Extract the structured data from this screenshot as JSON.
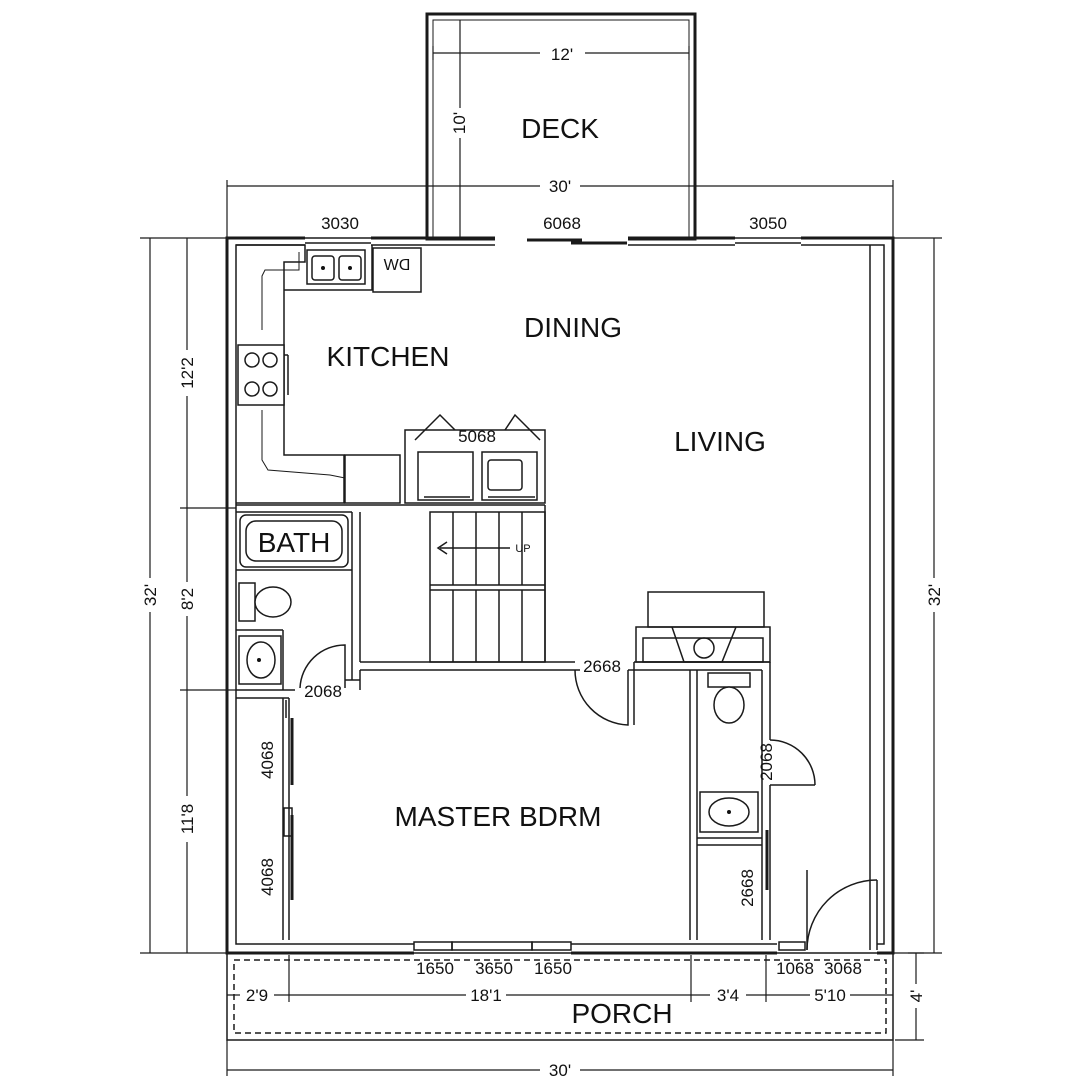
{
  "rooms": {
    "deck": "DECK",
    "kitchen": "KITCHEN",
    "dining": "DINING",
    "living": "LIVING",
    "bath": "BATH",
    "master": "MASTER BDRM",
    "porch": "PORCH"
  },
  "dimensions": {
    "deck_width": "12'",
    "deck_depth": "10'",
    "top_width": "30'",
    "bottom_width": "30'",
    "left_total": "32'",
    "right_total": "32'",
    "left_seg1": "12'2",
    "left_seg2": "8'2",
    "left_seg3": "11'8",
    "porch_depth": "4'",
    "bottom_seg1": "2'9",
    "bottom_seg2": "18'1",
    "bottom_seg3": "3'4",
    "bottom_seg4": "5'10"
  },
  "openings": {
    "window_kitchen": "3030",
    "door_deck": "6068",
    "window_living": "3050",
    "pantry": "5068",
    "door_bath": "2068",
    "door_master": "2668",
    "closet1": "4068",
    "closet2": "4068",
    "door_bath2": "2068",
    "closet3": "2668",
    "window1": "1650",
    "window2": "3650",
    "window3": "1650",
    "door_small": "1068",
    "door_front": "3068"
  },
  "fixtures": {
    "dishwasher": "DW",
    "stairs_up": "UP"
  }
}
